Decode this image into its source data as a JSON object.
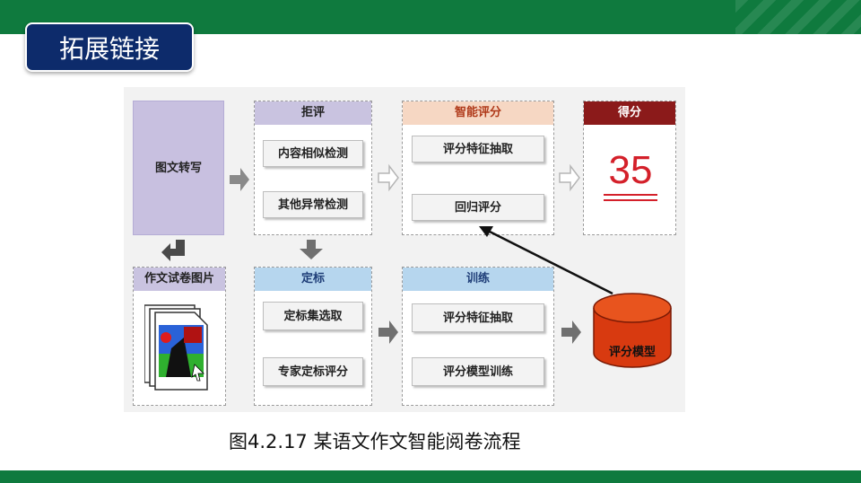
{
  "header": {
    "title": "拓展链接"
  },
  "diagram": {
    "left_top": "图文转写",
    "left_bottom_title": "作文试卷图片",
    "col_review": {
      "title": "拒评",
      "items": [
        "内容相似检测",
        "其他异常检测"
      ]
    },
    "col_smart": {
      "title": "智能评分",
      "items": [
        "评分特征抽取",
        "回归评分"
      ]
    },
    "col_score": {
      "title": "得分",
      "value": "35"
    },
    "col_mark": {
      "title": "定标",
      "items": [
        "定标集选取",
        "专家定标评分"
      ]
    },
    "col_train": {
      "title": "训练",
      "items": [
        "评分特征抽取",
        "评分模型训练"
      ]
    },
    "model": "评分模型"
  },
  "caption": "图4.2.17 某语文作文智能阅卷流程",
  "colors": {
    "brand_green": "#0f7a3e",
    "title_navy": "#0d2b6b",
    "score_red": "#d4202a",
    "model_red": "#d83a10"
  }
}
